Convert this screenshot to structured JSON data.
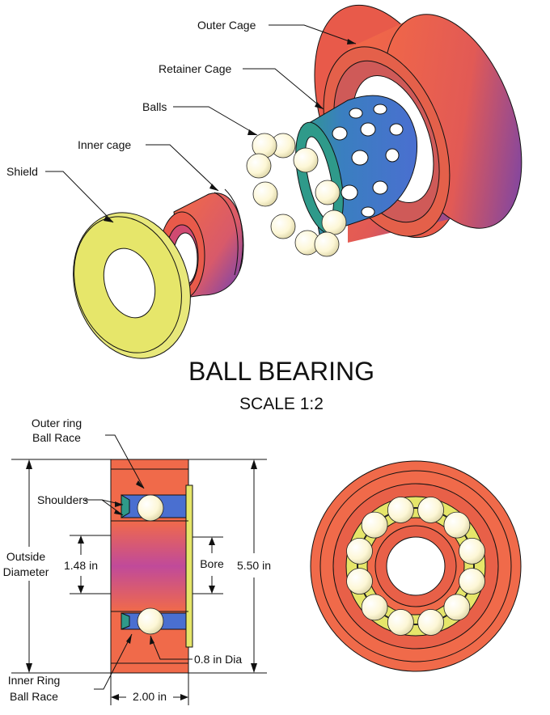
{
  "title": "BALL BEARING",
  "scale": "SCALE 1:2",
  "exploded_labels": {
    "outer_cage": "Outer Cage",
    "retainer_cage": "Retainer Cage",
    "balls": "Balls",
    "inner_cage": "Inner cage",
    "shield": "Shield"
  },
  "section_labels": {
    "outer_ring_line1": "Outer ring",
    "outer_ring_line2": "Ball Race",
    "shoulders": "Shoulders",
    "outside_line1": "Outside",
    "outside_line2": "Diameter",
    "inner_dim": "1.48 in",
    "bore": "Bore",
    "outer_dim": "5.50 in",
    "ball_dia": "0.8 in Dia",
    "inner_ring_line1": "Inner Ring",
    "inner_ring_line2": "Ball Race",
    "width_dim": "2.00 in"
  },
  "colors": {
    "ring_orange": "#f06a4a",
    "ring_purple": "#6a3fb8",
    "shield_yellow": "#e6e66a",
    "cage_blue": "#4a6fd0",
    "cage_teal": "#2f9a8a",
    "ball": "#fffbe0"
  }
}
